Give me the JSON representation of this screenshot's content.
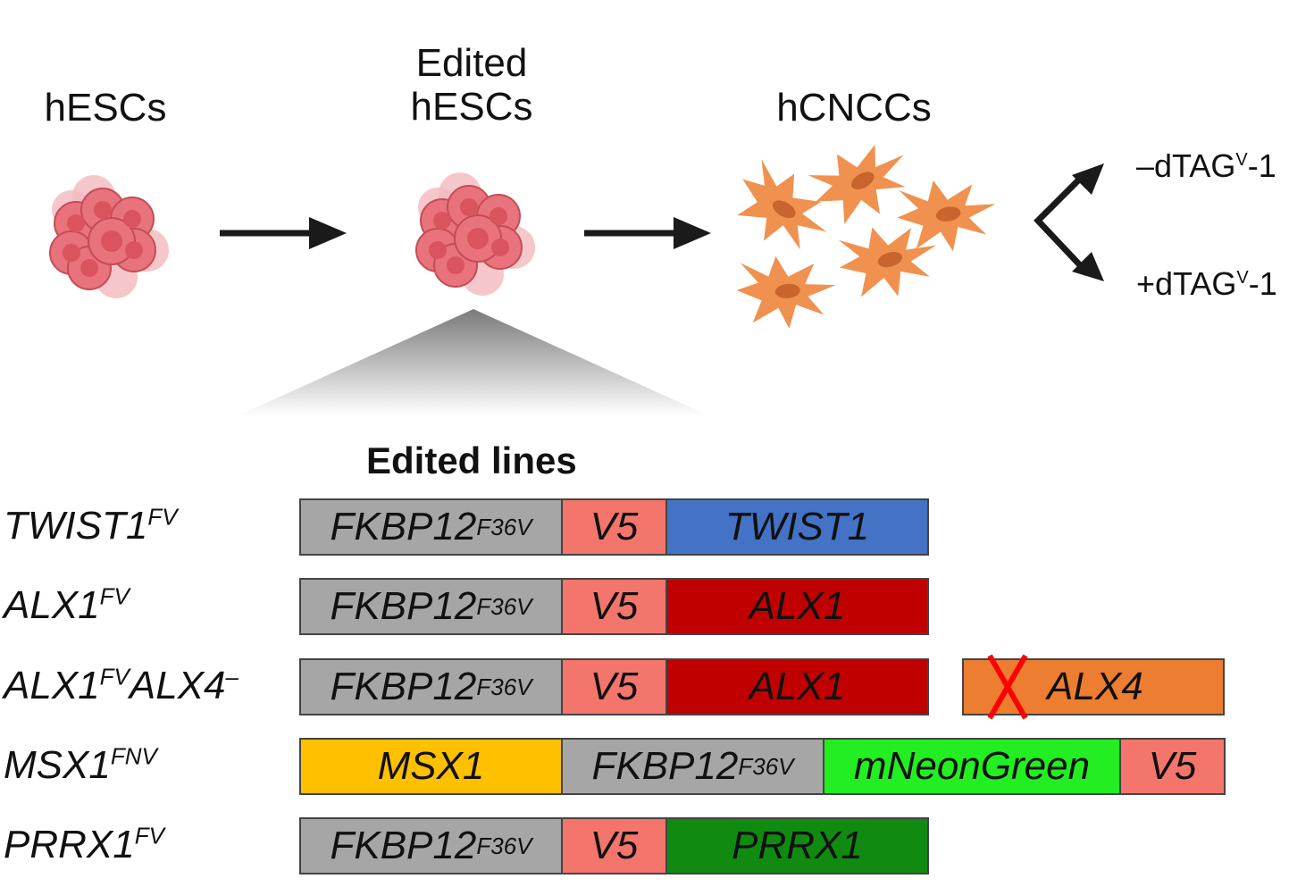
{
  "stages": {
    "hescs": "hESCs",
    "edited_line1": "Edited",
    "edited_line2": "hESCs",
    "hcnccs": "hCNCCs"
  },
  "treatments": {
    "minus": {
      "prefix": "–dTAG",
      "sup": "V",
      "suffix": "-1"
    },
    "plus": {
      "prefix": "+dTAG",
      "sup": "V",
      "suffix": "-1"
    }
  },
  "section_title": "Edited lines",
  "lines": [
    {
      "name": "TWIST1",
      "sup": "FV",
      "name2": "",
      "sup2": "",
      "segments": [
        {
          "label": "FKBP12",
          "sup": "F36V",
          "color": "#a6a6a6"
        },
        {
          "label": "V5",
          "sup": "",
          "color": "#f4756c"
        },
        {
          "label": "TWIST1",
          "sup": "",
          "color": "#4472c4"
        }
      ]
    },
    {
      "name": "ALX1",
      "sup": "FV",
      "name2": "",
      "sup2": "",
      "segments": [
        {
          "label": "FKBP12",
          "sup": "F36V",
          "color": "#a6a6a6"
        },
        {
          "label": "V5",
          "sup": "",
          "color": "#f4756c"
        },
        {
          "label": "ALX1",
          "sup": "",
          "color": "#c00000"
        }
      ]
    },
    {
      "name": "ALX1",
      "sup": "FV",
      "name2": "ALX4",
      "sup2": "–",
      "segments": [
        {
          "label": "FKBP12",
          "sup": "F36V",
          "color": "#a6a6a6"
        },
        {
          "label": "V5",
          "sup": "",
          "color": "#f4756c"
        },
        {
          "label": "ALX1",
          "sup": "",
          "color": "#c00000"
        }
      ],
      "knockout": {
        "label": "ALX4",
        "color": "#ed7d31",
        "mark_color": "#ff0000"
      }
    },
    {
      "name": "MSX1",
      "sup": "FNV",
      "name2": "",
      "sup2": "",
      "segments": [
        {
          "label": "MSX1",
          "sup": "",
          "color": "#ffc000"
        },
        {
          "label": "FKBP12",
          "sup": "F36V",
          "color": "#a6a6a6"
        },
        {
          "label": "mNeonGreen",
          "sup": "",
          "color": "#22ee22"
        },
        {
          "label": "V5",
          "sup": "",
          "color": "#f4756c"
        }
      ]
    },
    {
      "name": "PRRX1",
      "sup": "FV",
      "name2": "",
      "sup2": "",
      "segments": [
        {
          "label": "FKBP12",
          "sup": "F36V",
          "color": "#a6a6a6"
        },
        {
          "label": "V5",
          "sup": "",
          "color": "#f4756c"
        },
        {
          "label": "PRRX1",
          "sup": "",
          "color": "#108a10"
        }
      ]
    }
  ],
  "colors": {
    "hesc_cell": "#e8737c",
    "hesc_nucleus": "#d9545f",
    "hcncc_cell": "#f0914f",
    "hcncc_nucleus": "#c9652c",
    "arrow": "#1a1a1a"
  }
}
